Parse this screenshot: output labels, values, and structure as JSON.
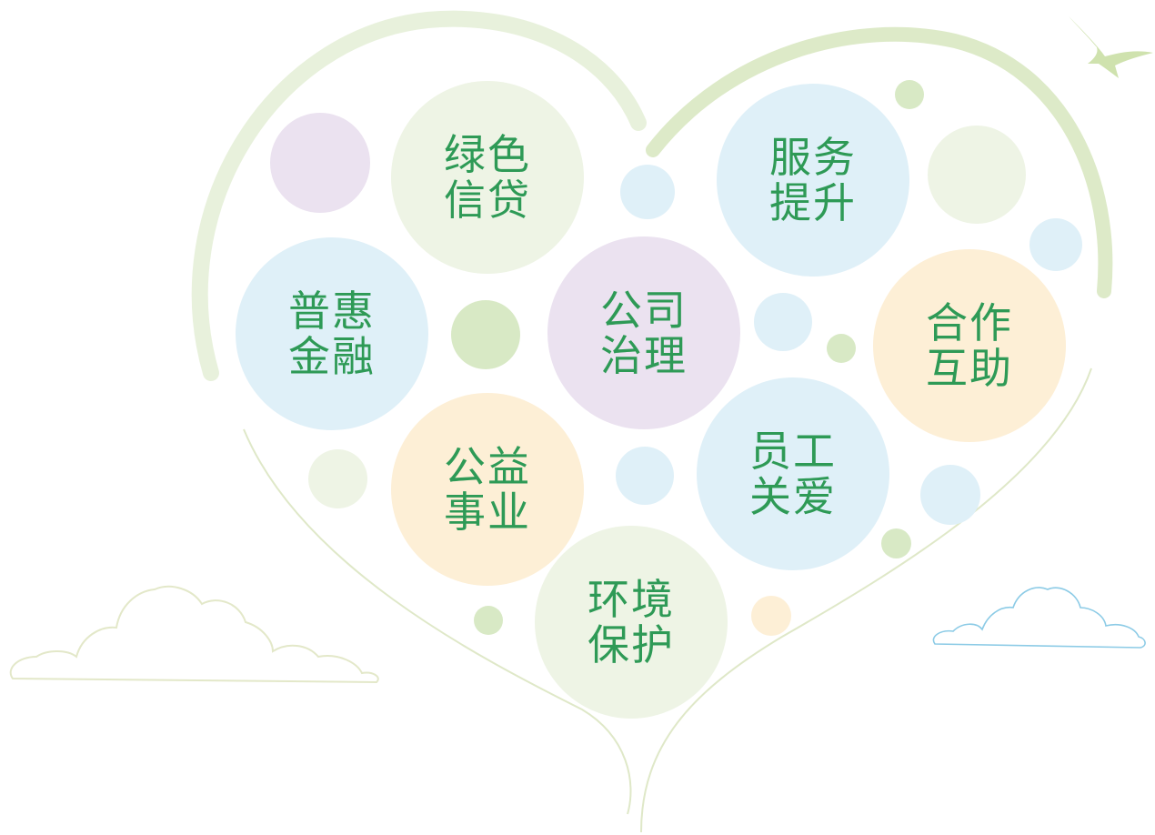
{
  "topics": [
    {
      "id": "green-credit",
      "line1": "绿色",
      "line2": "信贷"
    },
    {
      "id": "service",
      "line1": "服务",
      "line2": "提升"
    },
    {
      "id": "inclusive-finance",
      "line1": "普惠",
      "line2": "金融"
    },
    {
      "id": "governance",
      "line1": "公司",
      "line2": "治理"
    },
    {
      "id": "cooperation",
      "line1": "合作",
      "line2": "互助"
    },
    {
      "id": "public-welfare",
      "line1": "公益",
      "line2": "事业"
    },
    {
      "id": "employee-care",
      "line1": "员工",
      "line2": "关爱"
    },
    {
      "id": "environment",
      "line1": "环境",
      "line2": "保护"
    }
  ],
  "colors": {
    "text": "#2e9a56",
    "purple": "#ebe2f0",
    "green": "#eef4e5",
    "blue": "#dff0f8",
    "orange": "#fdefd6",
    "dark_green": "#d8e9c5",
    "heart_stroke": "#dde9c8",
    "cloud_left": "#e3e8c9",
    "cloud_right": "#8ccbe6"
  }
}
